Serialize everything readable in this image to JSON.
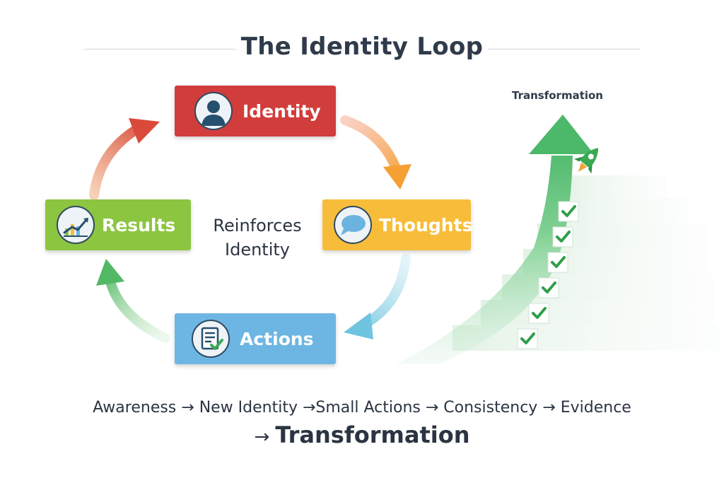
{
  "title": "The Identity Loop",
  "loop": {
    "identity": "Identity",
    "thoughts": "Thoughts",
    "actions": "Actions",
    "results": "Results",
    "center_line1": "Reinforces",
    "center_line2": "Identity"
  },
  "staircase": {
    "label": "Transformation",
    "checkmarks": 6
  },
  "flow": {
    "sequence": "Awareness → New Identity →Small Actions → Consistency → Evidence",
    "final_arrow": "→",
    "final_word": "Transformation"
  },
  "icons": {
    "identity": "person-silhouette-icon",
    "thoughts": "thought-bubble-icon",
    "actions": "checklist-icon",
    "results": "growth-chart-icon",
    "rocket": "rocket-icon",
    "check": "checkmark-icon"
  },
  "colors": {
    "identity": "#d13d3b",
    "thoughts": "#f7bd3a",
    "actions": "#6db6e3",
    "results": "#8cc53f",
    "growth": "#4cb86a"
  }
}
